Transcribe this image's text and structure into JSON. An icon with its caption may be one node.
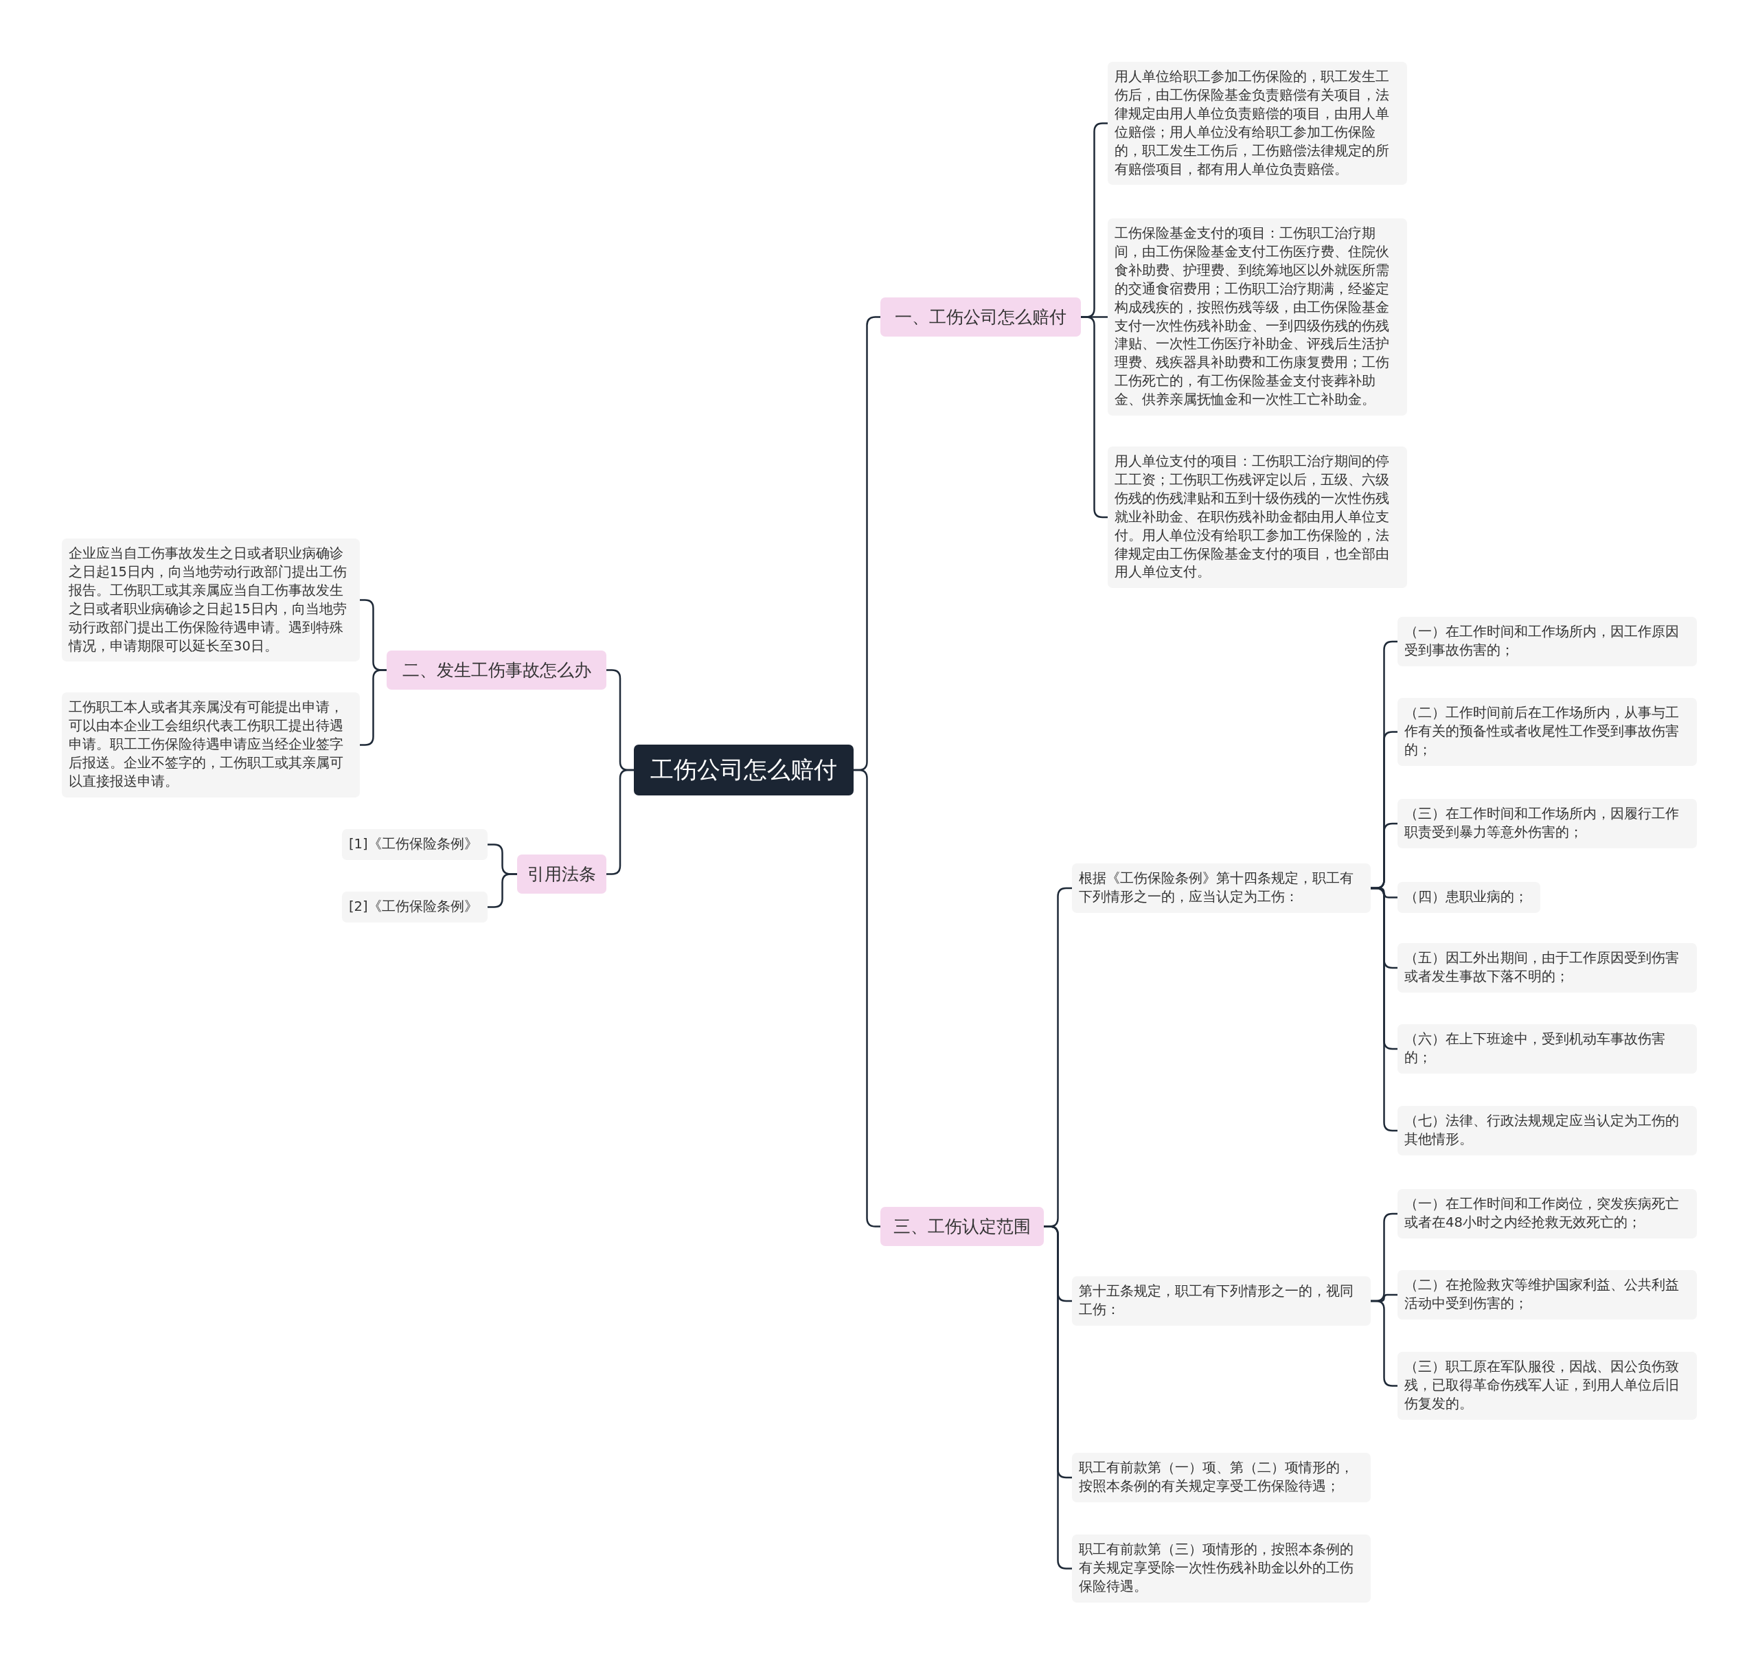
{
  "diagram": {
    "nodes": [
      {
        "text": [
          "工伤公司怎么赔付"
        ]
      },
      {
        "text": [
          "一、工伤公司怎么赔付"
        ]
      },
      {
        "text": [
          "用人单位给职工参加工伤保险的，职工发生工伤后，由工伤保险基金负责赔偿有关项目，法律规定由用人单位负责赔偿的项目，由用人单位赔偿；用人单位没有给职工参加工伤保险的，职工发生工伤后，工伤赔偿法律规定的所有赔偿项目，都有用人单位负责赔偿。"
        ]
      },
      {
        "text": [
          "工伤保险基金支付的项目：工伤职工治疗期间，由工伤保险基金支付工伤医疗费、住院伙食补助费、护理费、到统筹地区以外就医所需的交通食宿费用；工伤职工治疗期满，经鉴定构成残疾的，按照伤残等级，由工伤保险基金支付一次性伤残补助金、一到四级伤残的伤残津贴、一次性工伤医疗补助金、评残后生活护理费、残疾器具补助费和工伤康复费用；工伤工伤死亡的，有工伤保险基金支付丧葬补助金、供养亲属抚恤金和一次性工亡补助金。"
        ]
      },
      {
        "text": [
          "用人单位支付的项目：工伤职工治疗期间的停工工资；工伤职工伤残评定以后，五级、六级伤残的伤残津贴和五到十级伤残的一次性伤残就业补助金、在职伤残补助金都由用人单位支付。用人单位没有给职工参加工伤保险的，法律规定由工伤保险基金支付的项目，也全部由用人单位支付。"
        ]
      },
      {
        "text": [
          "二、发生工伤事故怎么办"
        ]
      },
      {
        "text": [
          "企业应当自工伤事故发生之日或者职业病确诊之日起15日内，向当地劳动行政部门提出工伤报告。工伤职工或其亲属应当自工伤事故发生之日或者职业病确诊之日起15日内，向当地劳动行政部门提出工伤保险待遇申请。遇到特殊情况，申请期限可以延长至30日。"
        ]
      },
      {
        "text": [
          "工伤职工本人或者其亲属没有可能提出申请，可以由本企业工会组织代表工伤职工提出待遇申请。职工工伤保险待遇申请应当经企业签字后报送。企业不签字的，工伤职工或其亲属可以直接报送申请。"
        ]
      },
      {
        "text": [
          "引用法条"
        ]
      },
      {
        "text": [
          "[1]《工伤保险条例》"
        ]
      },
      {
        "text": [
          "[2]《工伤保险条例》"
        ]
      },
      {
        "text": [
          "三、工伤认定范围"
        ]
      },
      {
        "text": [
          "根据《工伤保险条例》第十四条规定，职工有下列情形之一的，应当认定为工伤："
        ]
      },
      {
        "text": [
          "（一）在工作时间和工作场所内，因工作原因受到事故伤害的；"
        ]
      },
      {
        "text": [
          "（二）工作时间前后在工作场所内，从事与工作有关的预备性或者收尾性工作受到事故伤害的；"
        ]
      },
      {
        "text": [
          "（三）在工作时间和工作场所内，因履行工作职责受到暴力等意外伤害的；"
        ]
      },
      {
        "text": [
          "（四）患职业病的；"
        ]
      },
      {
        "text": [
          "（五）因工外出期间，由于工作原因受到伤害或者发生事故下落不明的；"
        ]
      },
      {
        "text": [
          "（六）在上下班途中，受到机动车事故伤害的；"
        ]
      },
      {
        "text": [
          "（七）法律、行政法规规定应当认定为工伤的其他情形。"
        ]
      },
      {
        "text": [
          "第十五条规定，职工有下列情形之一的，视同工伤："
        ]
      },
      {
        "text": [
          "（一）在工作时间和工作岗位，突发疾病死亡或者在48小时之内经抢救无效死亡的；"
        ]
      },
      {
        "text": [
          "（二）在抢险救灾等维护国家利益、公共利益活动中受到伤害的；"
        ]
      },
      {
        "text": [
          "（三）职工原在军队服役，因战、因公负伤致残，已取得革命伤残军人证，到用人单位后旧伤复发的。"
        ]
      },
      {
        "text": [
          "职工有前款第（一）项、第（二）项情形的，按照本条例的有关规定享受工伤保险待遇；"
        ]
      },
      {
        "text": [
          "职工有前款第（三）项情形的，按照本条例的有关规定享受除一次性伤残补助金以外的工伤保险待遇。"
        ]
      }
    ],
    "edges": [
      {
        "from": 0,
        "to": 1,
        "arrow": "none"
      },
      {
        "from": 1,
        "to": 2,
        "arrow": "none"
      },
      {
        "from": 1,
        "to": 3,
        "arrow": "none"
      },
      {
        "from": 1,
        "to": 4,
        "arrow": "none"
      },
      {
        "from": 0,
        "to": 5,
        "arrow": "none"
      },
      {
        "from": 5,
        "to": 6,
        "arrow": "none"
      },
      {
        "from": 5,
        "to": 7,
        "arrow": "none"
      },
      {
        "from": 0,
        "to": 8,
        "arrow": "none"
      },
      {
        "from": 8,
        "to": 9,
        "arrow": "none"
      },
      {
        "from": 8,
        "to": 10,
        "arrow": "none"
      },
      {
        "from": 0,
        "to": 11,
        "arrow": "none"
      },
      {
        "from": 11,
        "to": 12,
        "arrow": "none"
      },
      {
        "from": 12,
        "to": 13,
        "arrow": "none"
      },
      {
        "from": 12,
        "to": 14,
        "arrow": "none"
      },
      {
        "from": 12,
        "to": 15,
        "arrow": "none"
      },
      {
        "from": 12,
        "to": 16,
        "arrow": "none"
      },
      {
        "from": 12,
        "to": 17,
        "arrow": "none"
      },
      {
        "from": 12,
        "to": 18,
        "arrow": "none"
      },
      {
        "from": 12,
        "to": 19,
        "arrow": "none"
      },
      {
        "from": 11,
        "to": 20,
        "arrow": "none"
      },
      {
        "from": 20,
        "to": 21,
        "arrow": "none"
      },
      {
        "from": 20,
        "to": 22,
        "arrow": "none"
      },
      {
        "from": 20,
        "to": 23,
        "arrow": "none"
      },
      {
        "from": 11,
        "to": 24,
        "arrow": "none"
      },
      {
        "from": 11,
        "to": 25,
        "arrow": "none"
      }
    ]
  }
}
